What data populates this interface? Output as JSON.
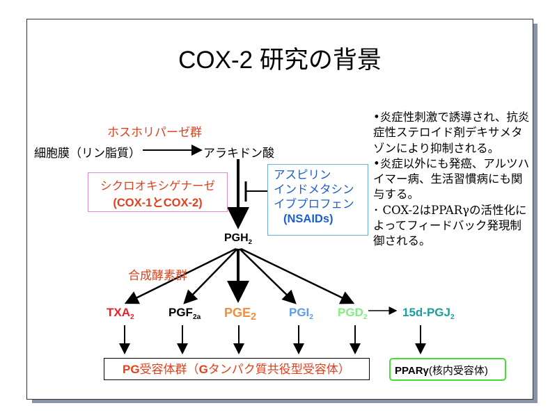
{
  "title": "COX-2 研究の背景",
  "phospholipase": "ホスホリパーゼ群",
  "membrane": "細胞膜（リン脂質）",
  "arachidonic": "アラキドン酸",
  "cox": {
    "line1": "シクロオキシゲナーゼ",
    "line2": "(COX-1とCOX-2)"
  },
  "nsaids": {
    "lines": [
      "アスピリン",
      "インドメタシン",
      "イブプロフェン"
    ],
    "label": "(NSAIDs)"
  },
  "pgh": {
    "main": "PGH",
    "sub": "2"
  },
  "synthases": "合成酵素群",
  "products": [
    {
      "main": "TXA",
      "sub": "2",
      "color": "#e8202a"
    },
    {
      "main": "PGF",
      "sub": "2a",
      "color": "#000000"
    },
    {
      "main": "PGE",
      "sub": "2",
      "color": "#f0903c"
    },
    {
      "main": "PGI",
      "sub": "2",
      "color": "#5a9ee8"
    },
    {
      "main": "PGD",
      "sub": "2",
      "color": "#80ee80"
    }
  ],
  "pgj": {
    "main": "15d-PGJ",
    "sub": "2",
    "color": "#1a9e9e"
  },
  "pg_receptor": {
    "bold": "PG",
    "text": "受容体群（",
    "bold2": "G",
    "text2": "タンパク質共役型受容体）"
  },
  "ppar": {
    "bold": "PPARγ",
    "text": "(核内受容体)"
  },
  "bullets": [
    "•炎症性刺激で誘導され、抗炎症性ステロイド剤デキサメタゾンにより抑制される。",
    "•炎症以外にも発癌、アルツハイマー病、生活習慣病にも関与する。",
    "･ COX-2はPPARγの活性化によってフィードバック発現制御される。"
  ]
}
